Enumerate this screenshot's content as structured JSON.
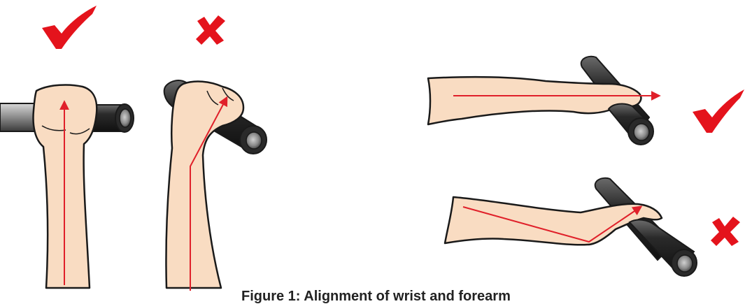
{
  "caption": "Figure 1: Alignment of wrist and forearm",
  "panels": [
    {
      "view": "front",
      "wrist": "straight",
      "verdict": "correct",
      "mark": "check-icon"
    },
    {
      "view": "front",
      "wrist": "bent",
      "verdict": "incorrect",
      "mark": "cross-icon"
    },
    {
      "view": "side",
      "wrist": "straight",
      "verdict": "correct",
      "mark": "check-icon"
    },
    {
      "view": "side",
      "wrist": "bent",
      "verdict": "incorrect",
      "mark": "cross-icon"
    }
  ],
  "colors": {
    "skin": "#f9dcc2",
    "outline": "#1a1a1a",
    "bar": "#2a2a2a",
    "bar_highlight": "#8a8a8a",
    "alignment_line": "#e0202a",
    "mark": "#e4131c"
  }
}
